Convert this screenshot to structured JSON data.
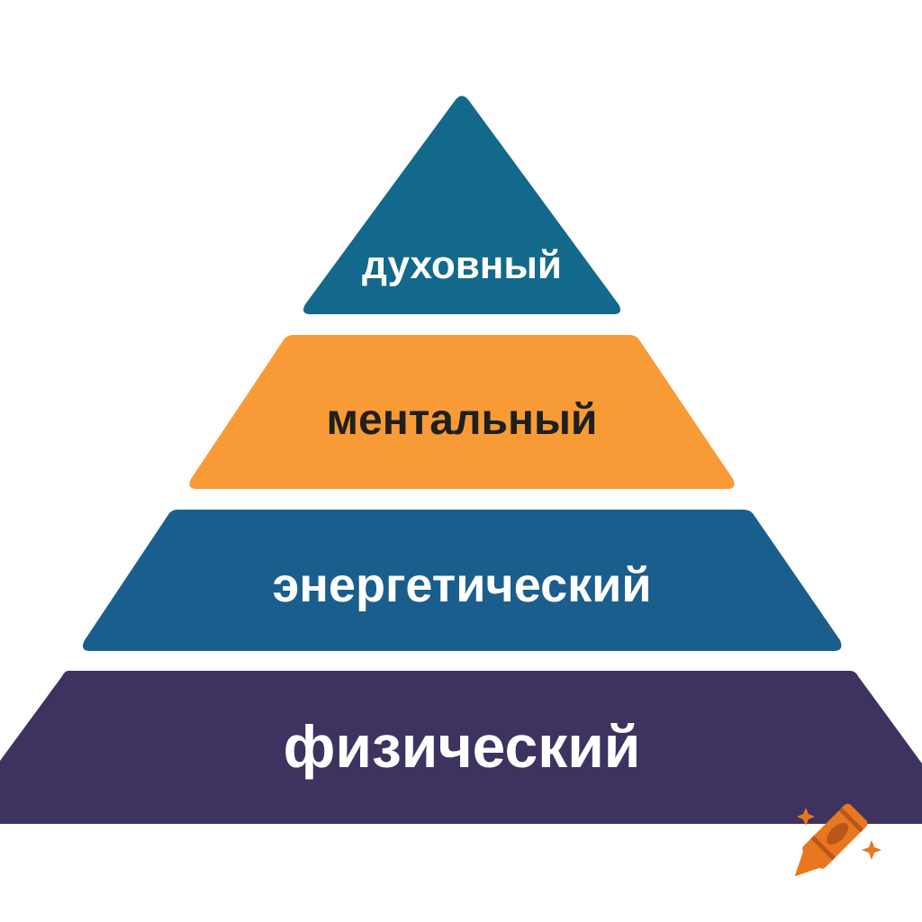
{
  "diagram": {
    "type": "pyramid",
    "tiers": [
      {
        "label": "духовный",
        "fill": "#12698B",
        "text_color": "#FFFFFF"
      },
      {
        "label": "ментальный",
        "fill": "#F89A35",
        "text_color": "#1F1F1F"
      },
      {
        "label": "энергетический",
        "fill": "#1A5E8E",
        "text_color": "#FFFFFF"
      },
      {
        "label": "физический",
        "fill": "#3D3260",
        "text_color": "#FFFFFF"
      }
    ]
  },
  "watermark": {
    "icon": "crayon-icon",
    "colors": {
      "body": "#E8771F",
      "dark": "#B9561A",
      "spark": "#E8771F"
    }
  }
}
